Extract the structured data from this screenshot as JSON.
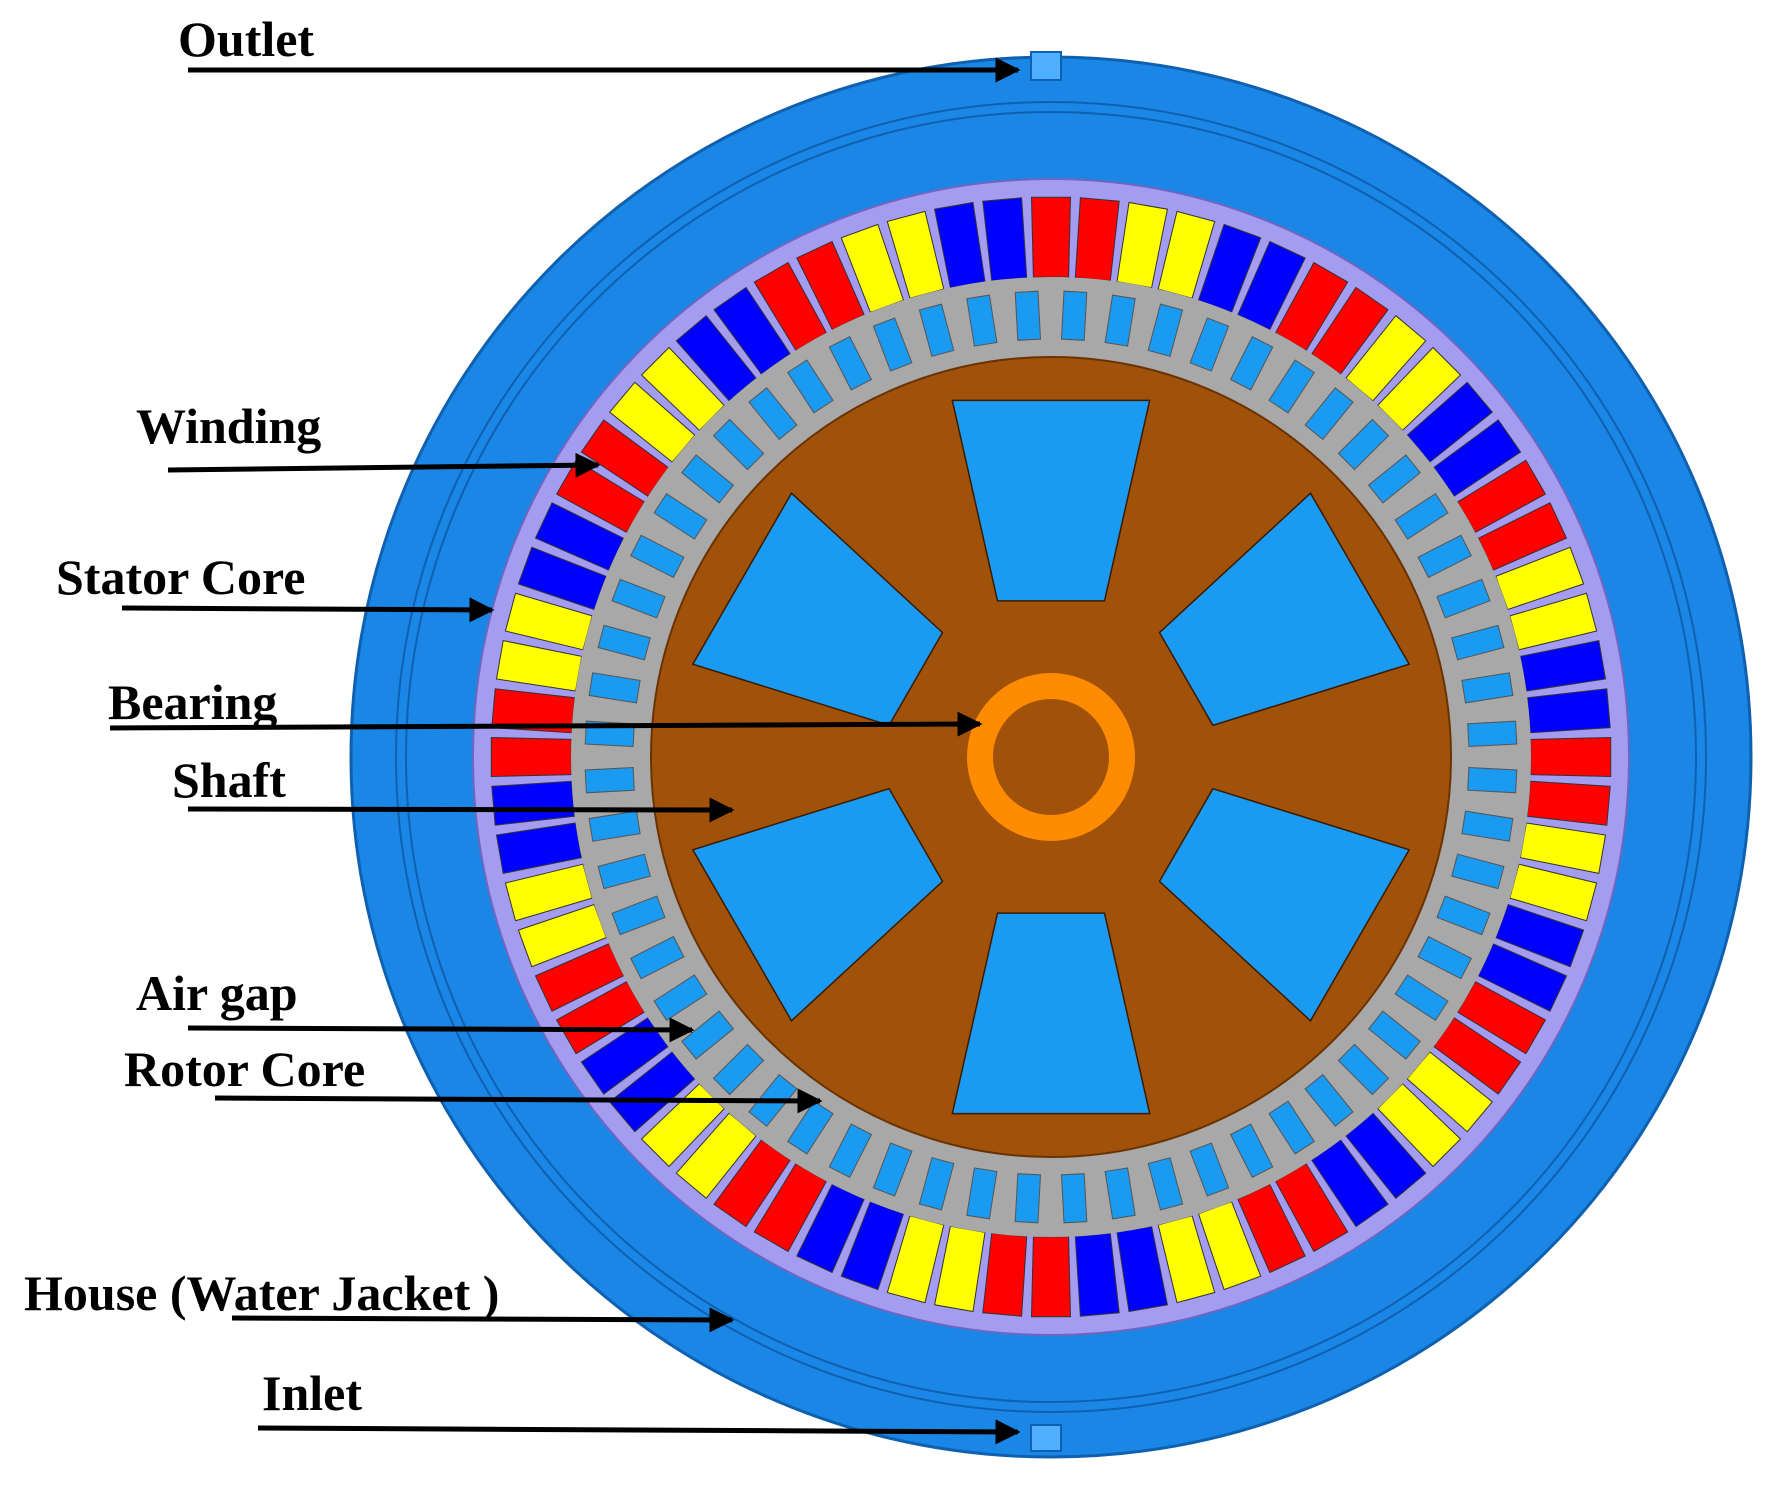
{
  "labels": {
    "outlet": "Outlet",
    "winding": "Winding",
    "stator_core": "Stator Core",
    "bearing": "Bearing",
    "shaft": "Shaft",
    "air_gap": "Air gap",
    "rotor_core": "Rotor Core",
    "house": "House (Water Jacket )",
    "inlet": "Inlet"
  },
  "colors": {
    "housing": "#1a86e6",
    "housing_edge": "#1060b0",
    "stator_back": "#a49cf0",
    "phase_a": "#ff0000",
    "phase_b": "#ffff00",
    "phase_c": "#0000ff",
    "teeth": "#a8a8a8",
    "slot_cooling": "#1a9af0",
    "rotor": "#a0520a",
    "bearing": "#ff8c00",
    "arrow": "#000000"
  },
  "geometry_notes": {
    "winding_slot_count": 72,
    "rotor_tooth_count": 60,
    "rotor_spoke_count": 6
  }
}
